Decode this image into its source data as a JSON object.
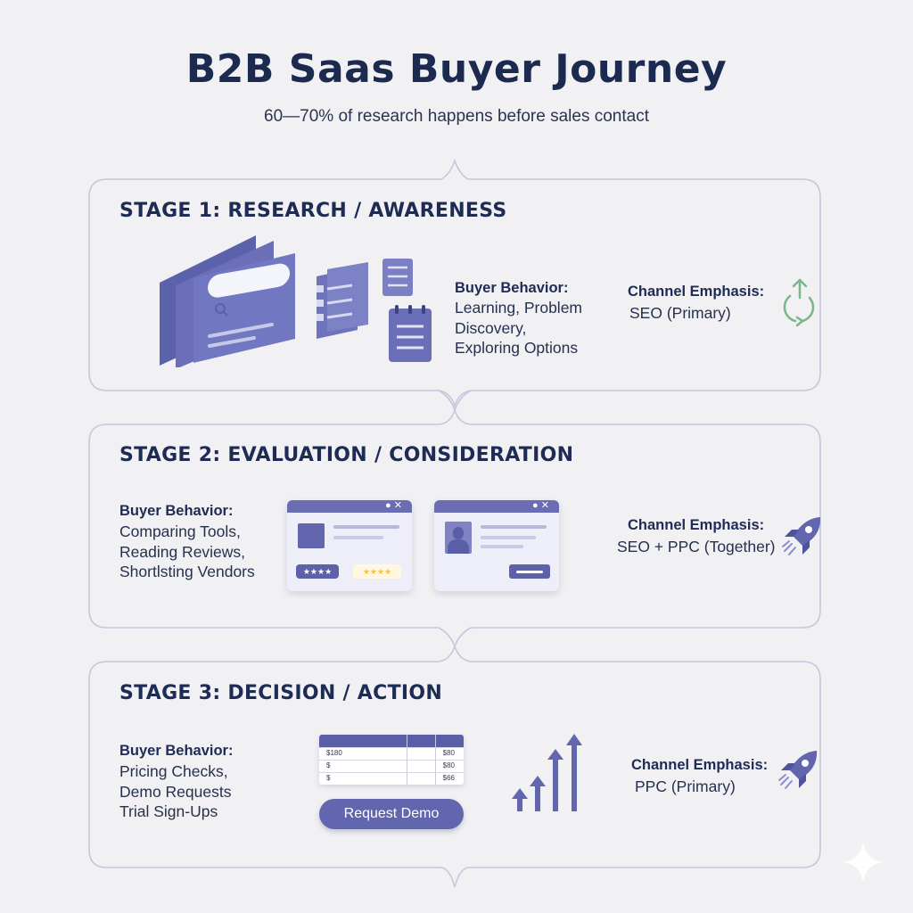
{
  "title": "B2B Saas Buyer Journey",
  "subtitle": "60—70% of research happens before sales contact",
  "stages": [
    {
      "title": "STAGE 1: RESEARCH / AWARENESS",
      "behavior_label": "Buyer Behavior:",
      "behavior_text": "Learning, Problem\nDiscovery,\nExploring Options",
      "channel_label": "Channel Emphasis:",
      "channel_text": "SEO (Primary)",
      "channel_icon": "recycle-arrows-icon"
    },
    {
      "title": "STAGE 2: EVALUATION / CONSIDERATION",
      "behavior_label": "Buyer Behavior:",
      "behavior_text": "Comparing Tools,\nReading Reviews,\nShortlsting Vendors",
      "channel_label": "Channel Emphasis:",
      "channel_text": "SEO + PPC (Together)",
      "channel_icon": "rocket-icon"
    },
    {
      "title": "STAGE 3: DECISION / ACTION",
      "behavior_label": "Buyer Behavior:",
      "behavior_text": "Pricing Checks,\nDemo Requests\nTrial Sign-Ups",
      "channel_label": "Channel Emphasis:",
      "channel_text": "PPC (Primary)",
      "channel_icon": "rocket-icon"
    }
  ],
  "review_window": {
    "stars_dark": "★★★★",
    "stars_gold": "★★★★",
    "controls": "● ✕"
  },
  "pricing_table": {
    "rows": [
      {
        "left": "$180",
        "right": "$80"
      },
      {
        "left": "$",
        "right": "$80"
      },
      {
        "left": "$",
        "right": "$66"
      }
    ]
  },
  "demo_button_label": "Request Demo",
  "colors": {
    "accent": "#6266ae",
    "frame": "#c5c7dc",
    "recycle": "#7bb58a",
    "star_gold": "#f0c24a"
  }
}
